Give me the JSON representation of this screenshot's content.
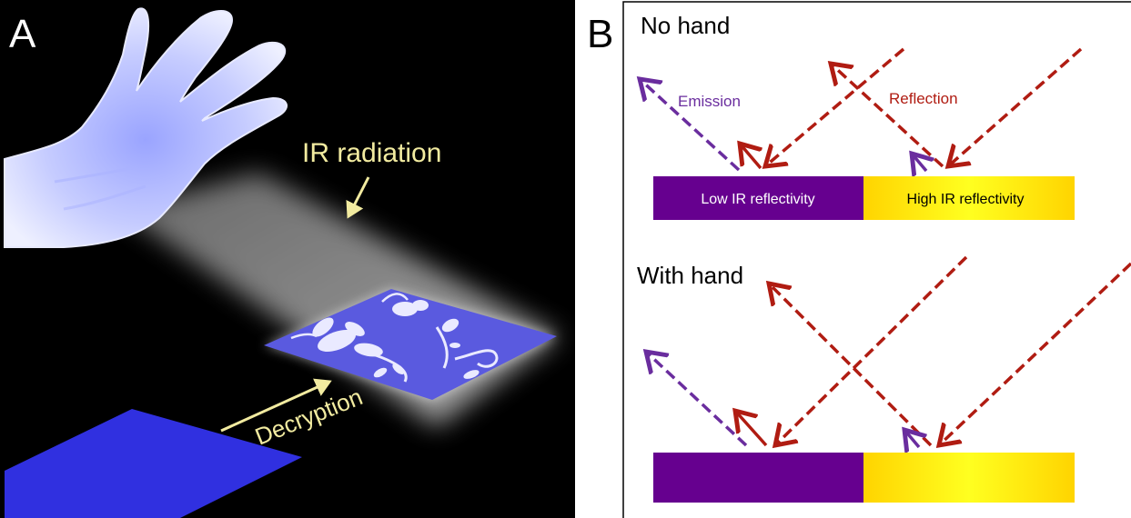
{
  "panel_a": {
    "letter": "A",
    "ir_label": "IR radiation",
    "decryption_label": "Decryption"
  },
  "panel_b": {
    "letter": "B",
    "top": {
      "title": "No hand",
      "emission_label": "Emission",
      "reflection_label": "Reflection",
      "low_bar_label": "Low IR reflectivity",
      "high_bar_label": "High IR reflectivity"
    },
    "bottom": {
      "title": "With hand"
    }
  },
  "colors": {
    "emission": "#6a2d9e",
    "reflection": "#b01c12",
    "low_bar": "#66008f",
    "high_bar": "#ffd400",
    "high_bar_center": "#ffff20",
    "callout": "#f2eba0",
    "sheet": "#3030e0",
    "pattern_sheet": "#5a5adf",
    "hand": "#cdd2ff"
  },
  "icons": {
    "hand": "hand-icon",
    "flower_pattern": "flower-pattern-icon"
  }
}
